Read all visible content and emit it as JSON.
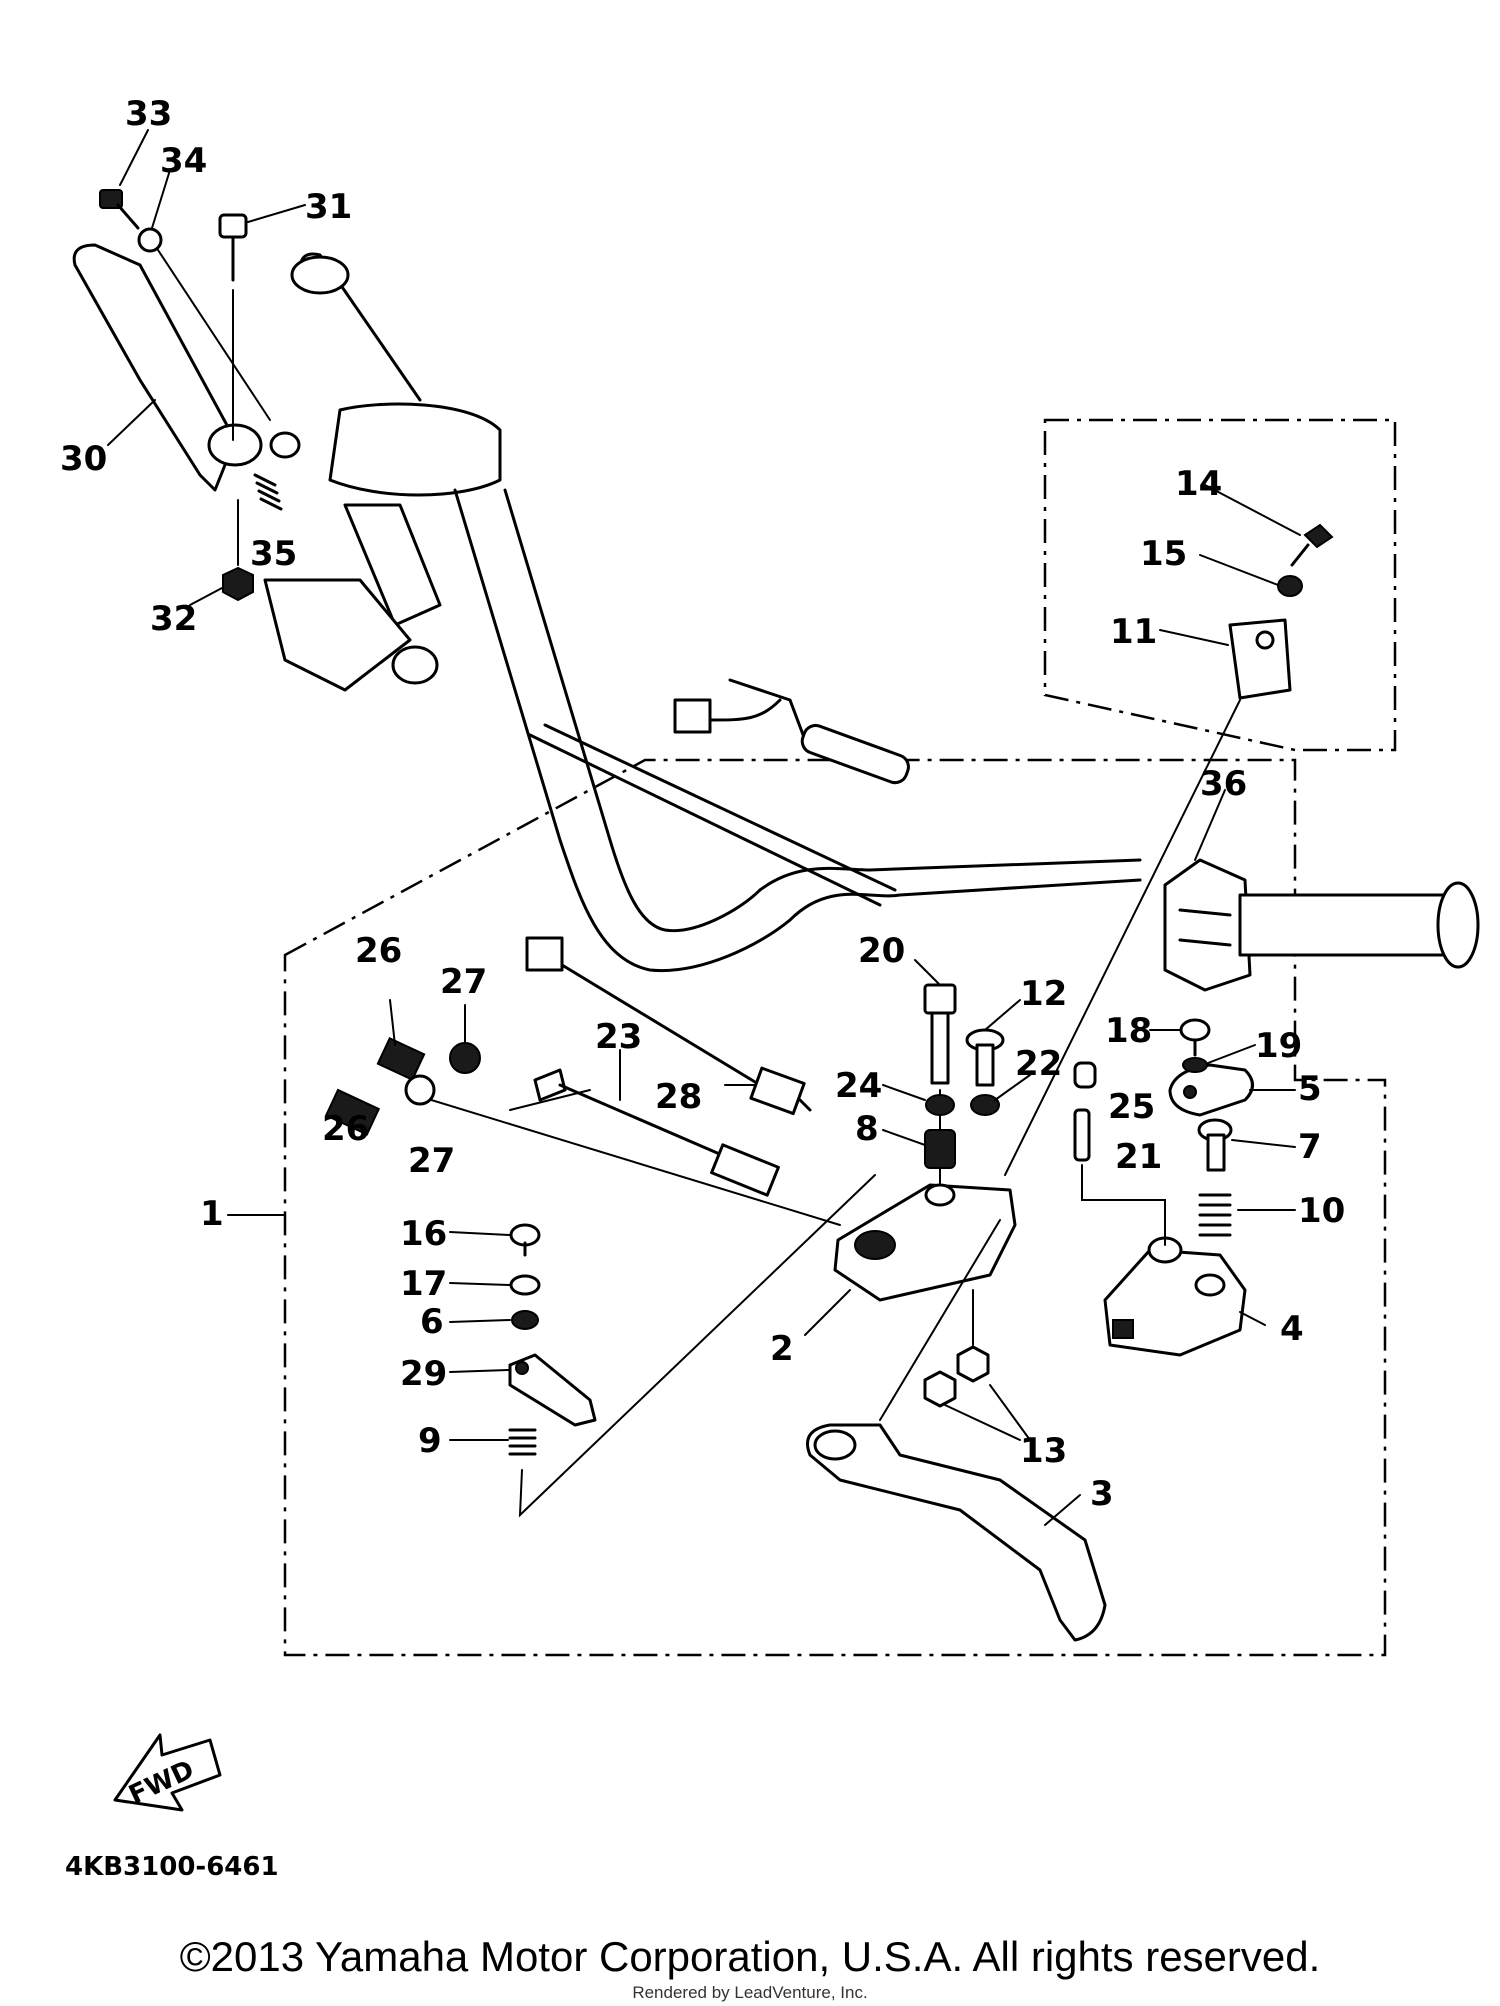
{
  "diagram": {
    "callouts": [
      {
        "id": "1",
        "label": "1"
      },
      {
        "id": "2",
        "label": "2"
      },
      {
        "id": "3",
        "label": "3"
      },
      {
        "id": "4",
        "label": "4"
      },
      {
        "id": "5",
        "label": "5"
      },
      {
        "id": "6",
        "label": "6"
      },
      {
        "id": "7",
        "label": "7"
      },
      {
        "id": "8",
        "label": "8"
      },
      {
        "id": "9",
        "label": "9"
      },
      {
        "id": "10",
        "label": "10"
      },
      {
        "id": "11",
        "label": "11"
      },
      {
        "id": "12",
        "label": "12"
      },
      {
        "id": "13",
        "label": "13"
      },
      {
        "id": "14",
        "label": "14"
      },
      {
        "id": "15",
        "label": "15"
      },
      {
        "id": "16",
        "label": "16"
      },
      {
        "id": "17",
        "label": "17"
      },
      {
        "id": "18",
        "label": "18"
      },
      {
        "id": "19",
        "label": "19"
      },
      {
        "id": "20",
        "label": "20"
      },
      {
        "id": "21",
        "label": "21"
      },
      {
        "id": "22",
        "label": "22"
      },
      {
        "id": "23",
        "label": "23"
      },
      {
        "id": "24",
        "label": "24"
      },
      {
        "id": "25",
        "label": "25"
      },
      {
        "id": "26a",
        "label": "26"
      },
      {
        "id": "26b",
        "label": "26"
      },
      {
        "id": "27a",
        "label": "27"
      },
      {
        "id": "27b",
        "label": "27"
      },
      {
        "id": "28",
        "label": "28"
      },
      {
        "id": "29",
        "label": "29"
      },
      {
        "id": "30",
        "label": "30"
      },
      {
        "id": "31",
        "label": "31"
      },
      {
        "id": "32",
        "label": "32"
      },
      {
        "id": "33",
        "label": "33"
      },
      {
        "id": "34",
        "label": "34"
      },
      {
        "id": "35",
        "label": "35"
      },
      {
        "id": "36",
        "label": "36"
      }
    ],
    "fwd_label": "FWD",
    "diagram_code": "4KB3100-6461"
  },
  "footer": {
    "copyright": "©2013 Yamaha Motor Corporation, U.S.A. All rights reserved.",
    "rendered_by": "Rendered by LeadVenture, Inc."
  }
}
